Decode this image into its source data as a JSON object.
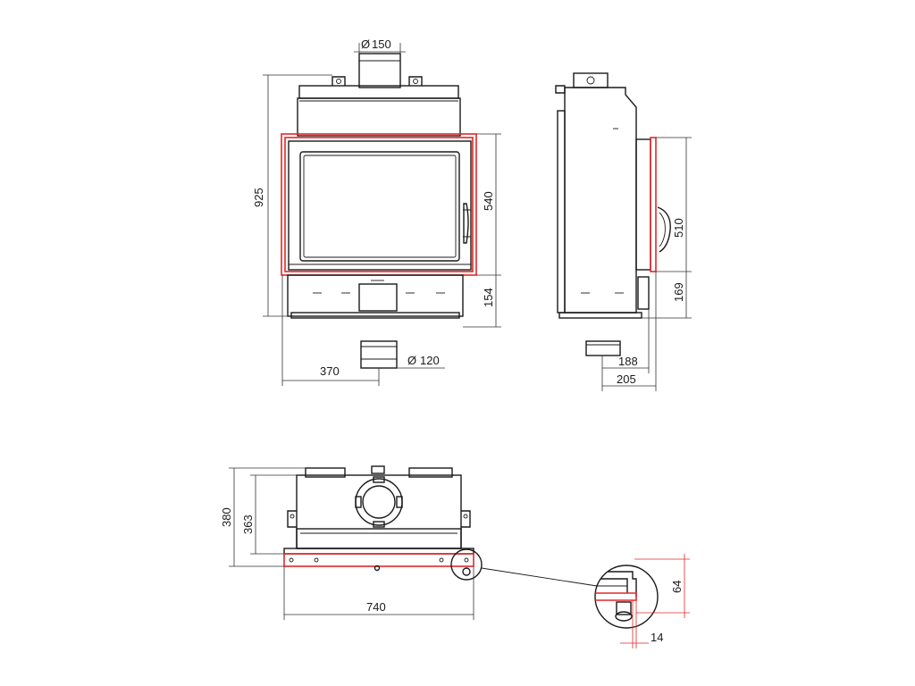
{
  "drawing": {
    "colors": {
      "outline": "#1a1a1a",
      "highlight": "#e0282a",
      "background": "#ffffff"
    },
    "front_view": {
      "flue_diameter": "150",
      "height_total": "925",
      "door_height": "540",
      "bottom_offset": "154",
      "air_inlet_offset": "370",
      "air_inlet_diameter": "120"
    },
    "side_view": {
      "door_height": "510",
      "bottom_offset": "169",
      "inlet_depth": "188",
      "total_depth": "205"
    },
    "top_view": {
      "depth_total": "380",
      "depth_body": "363",
      "width": "740"
    },
    "detail_view": {
      "frame_height": "64",
      "frame_offset": "14"
    }
  }
}
